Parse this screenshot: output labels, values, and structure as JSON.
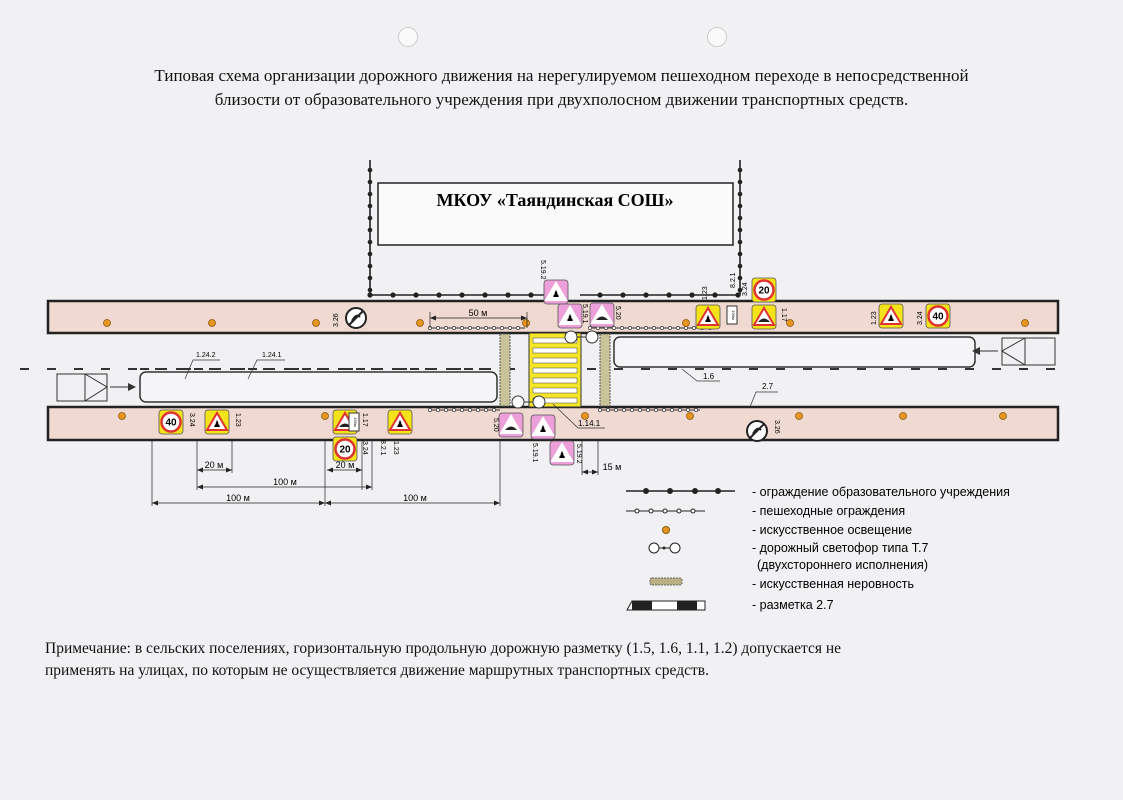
{
  "title": {
    "line1": "Типовая схема организации дорожного движения на нерегулируемом пешеходном переходе в непосредственной",
    "line2": "близости от образовательного учреждения при двухполосном движении транспортных средств."
  },
  "school": {
    "name": "МКОУ «Таяндинская СОШ»"
  },
  "markings": {
    "m1": "1.24.2",
    "m2": "1.24.1",
    "m3": "1.6",
    "m4": "2.7",
    "m5": "1.14.1"
  },
  "signs": {
    "top": [
      {
        "code": "3.26",
        "type": "no-horn"
      },
      {
        "code": "5.19.2",
        "type": "crossing-pink"
      },
      {
        "code": "5.19.1",
        "type": "crossing-pink"
      },
      {
        "code": "5.20",
        "type": "bump-pink"
      },
      {
        "code": "1.23",
        "type": "children"
      },
      {
        "code": "8.2.1",
        "type": "plate",
        "text": "150м"
      },
      {
        "code": "1.17",
        "type": "bump"
      },
      {
        "code": "3.24",
        "type": "speed",
        "value": "20"
      },
      {
        "code": "1.23",
        "type": "children"
      },
      {
        "code": "3.24",
        "type": "speed",
        "value": "40"
      }
    ],
    "bottom": [
      {
        "code": "3.24",
        "type": "speed",
        "value": "40"
      },
      {
        "code": "1.23",
        "type": "children"
      },
      {
        "code": "1.17",
        "type": "bump"
      },
      {
        "code": "3.24",
        "type": "speed",
        "value": "20"
      },
      {
        "code": "8.2.1",
        "type": "plate",
        "text": "150м"
      },
      {
        "code": "1.23",
        "type": "children"
      },
      {
        "code": "5.20",
        "type": "bump-pink"
      },
      {
        "code": "5.19.1",
        "type": "crossing-pink"
      },
      {
        "code": "5.19.2",
        "type": "crossing-pink"
      },
      {
        "code": "3.26",
        "type": "no-horn"
      }
    ]
  },
  "dimensions": {
    "d50": "50 м",
    "d20a": "20 м",
    "d20b": "20 м",
    "d100a": "100 м",
    "d100b": "100 м",
    "d100c": "100 м",
    "d15": "15 м"
  },
  "legend": [
    {
      "icon": "school-fence-icon",
      "label": "- ограждение образовательного учреждения"
    },
    {
      "icon": "pedestrian-fence-icon",
      "label": "- пешеходные ограждения"
    },
    {
      "icon": "street-light-icon",
      "label": "- искусственное освещение"
    },
    {
      "icon": "traffic-light-icon",
      "label": "- дорожный светофор типа Т.7"
    },
    {
      "icon": "",
      "label": "(двухстороннего исполнения)"
    },
    {
      "icon": "speed-bump-icon",
      "label": "- искусственная неровность"
    },
    {
      "icon": "marking-2-7-icon",
      "label": "- разметка 2.7"
    }
  ],
  "note": {
    "line1": "Примечание: в сельских поселениях, горизонтальную продольную дорожную разметку (1.5, 1.6, 1.1, 1.2) допускается не",
    "line2": "применять на улицах, по которым не осуществляется движение маршрутных транспортных средств."
  },
  "colors": {
    "sidewalk": "#efd9d0",
    "sign_yellow": "#f4e21a",
    "sign_pink": "#ec9fd8",
    "lamp": "#e8951f",
    "crosswalk": "#f5e62a"
  }
}
